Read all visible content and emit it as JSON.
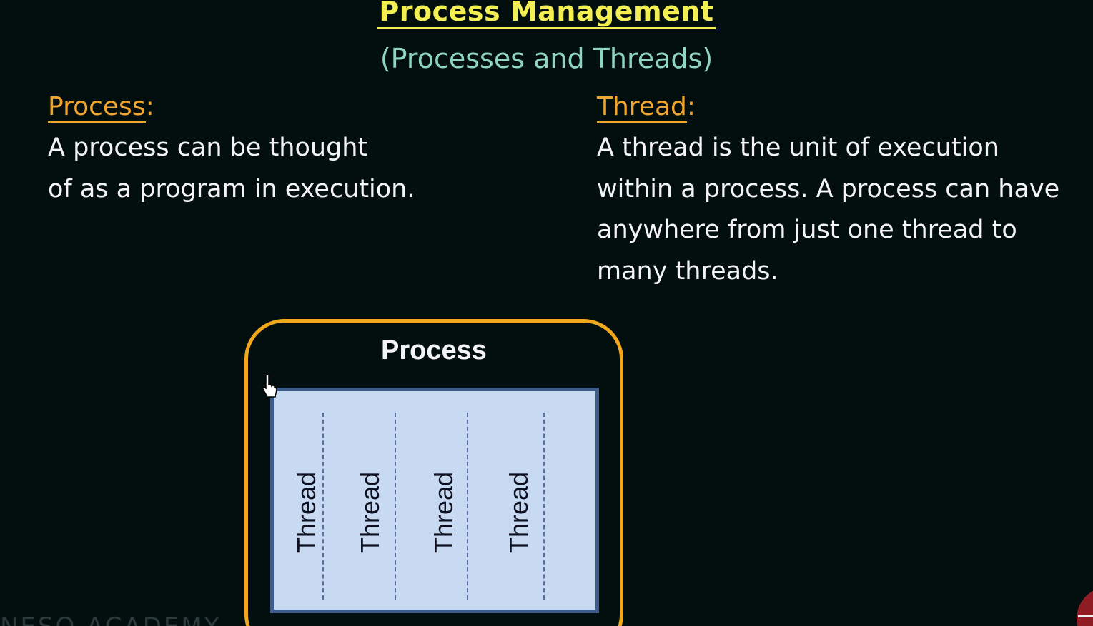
{
  "slide": {
    "title": "Process Management",
    "subtitle": "(Processes and Threads)"
  },
  "process_section": {
    "heading": "Process",
    "colon": ":",
    "lines": [
      "A process can be thought",
      "of as a program in execution."
    ]
  },
  "thread_section": {
    "heading": "Thread",
    "colon": ":",
    "lines": [
      "A thread is the unit of execution",
      "within a process. A process can have",
      "anywhere from just one thread to",
      "many threads."
    ]
  },
  "diagram": {
    "process_label": "Process",
    "thread_labels": [
      "Thread",
      "Thread",
      "Thread",
      "Thread"
    ]
  },
  "watermark": "NESO ACADEMY",
  "colors": {
    "background": "#030f0f",
    "title": "#f3ef52",
    "subtitle": "#8fd6c2",
    "heading": "#f2a52e",
    "body_text": "#f4f4f4",
    "process_border": "#f2a81c",
    "thread_panel": "#c8d9f2",
    "thread_panel_border": "#3e5c8a"
  },
  "icons": {
    "cursor": "hand-pointer-icon"
  }
}
